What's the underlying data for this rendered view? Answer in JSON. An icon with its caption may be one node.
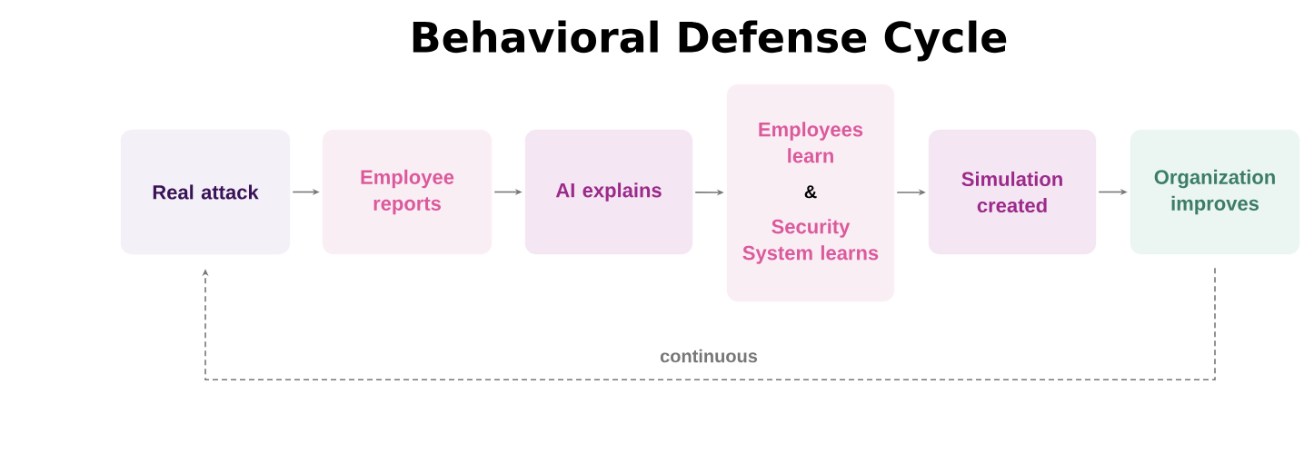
{
  "diagram": {
    "title": "Behavioral Defense Cycle",
    "nodes": [
      {
        "text": [
          "Real attack"
        ]
      },
      {
        "text": [
          "Employee reports"
        ]
      },
      {
        "text": [
          "AI explains"
        ]
      },
      {
        "text": [
          "Employees learn",
          "&",
          "Security System learns"
        ]
      },
      {
        "text": [
          "Simulation created"
        ]
      },
      {
        "text": [
          "Organization improves"
        ]
      }
    ],
    "edges": [
      {
        "from": 0,
        "to": 1,
        "arrow": "to"
      },
      {
        "from": 1,
        "to": 2,
        "arrow": "to"
      },
      {
        "from": 2,
        "to": 3,
        "arrow": "to"
      },
      {
        "from": 3,
        "to": 4,
        "arrow": "to"
      },
      {
        "from": 4,
        "to": 5,
        "arrow": "to"
      },
      {
        "from": 5,
        "to": 0,
        "arrow": "to",
        "label": "continuous",
        "style": "dashed"
      }
    ]
  }
}
